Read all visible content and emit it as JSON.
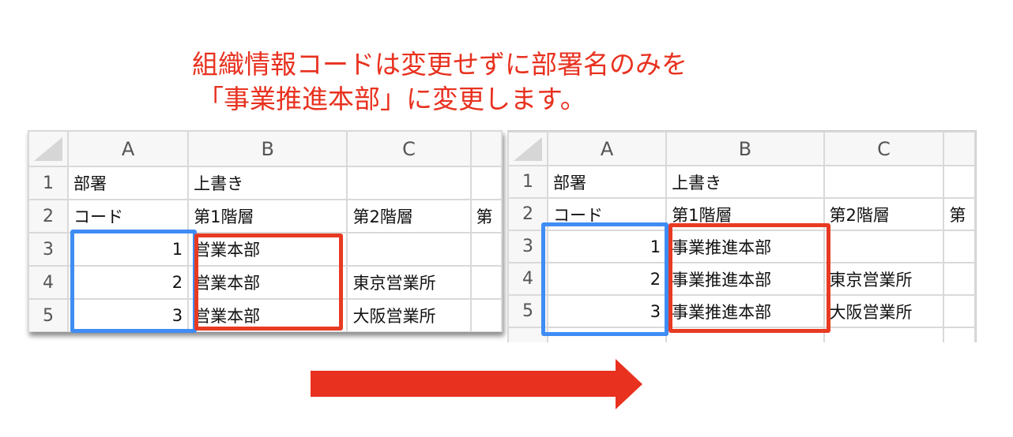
{
  "title": {
    "line1": "組織情報コードは変更せずに部署名のみを",
    "line2": "「事業推進本部」に変更します。"
  },
  "colors": {
    "accent": "#e8311f",
    "code_highlight": "#3f8cf4",
    "name_highlight": "#e83a22"
  },
  "before": {
    "columns": [
      "A",
      "B",
      "C",
      ""
    ],
    "rows": [
      {
        "n": "1",
        "cells": [
          "部署",
          "上書き",
          "",
          ""
        ]
      },
      {
        "n": "2",
        "cells": [
          "コード",
          "第1階層",
          "第2階層",
          "第"
        ]
      },
      {
        "n": "3",
        "cells": [
          "1",
          "営業本部",
          "",
          ""
        ]
      },
      {
        "n": "4",
        "cells": [
          "2",
          "営業本部",
          "東京営業所",
          ""
        ]
      },
      {
        "n": "5",
        "cells": [
          "3",
          "営業本部",
          "大阪営業所",
          ""
        ]
      }
    ]
  },
  "after": {
    "columns": [
      "A",
      "B",
      "C",
      ""
    ],
    "rows": [
      {
        "n": "1",
        "cells": [
          "部署",
          "上書き",
          "",
          ""
        ]
      },
      {
        "n": "2",
        "cells": [
          "コード",
          "第1階層",
          "第2階層",
          "第"
        ]
      },
      {
        "n": "3",
        "cells": [
          "1",
          "事業推進本部",
          "",
          ""
        ]
      },
      {
        "n": "4",
        "cells": [
          "2",
          "事業推進本部",
          "東京営業所",
          ""
        ]
      },
      {
        "n": "5",
        "cells": [
          "3",
          "事業推進本部",
          "大阪営業所",
          ""
        ]
      },
      {
        "n": "",
        "cells": [
          "",
          "",
          "",
          ""
        ]
      }
    ]
  },
  "arrow_icon": "right-arrow-icon"
}
